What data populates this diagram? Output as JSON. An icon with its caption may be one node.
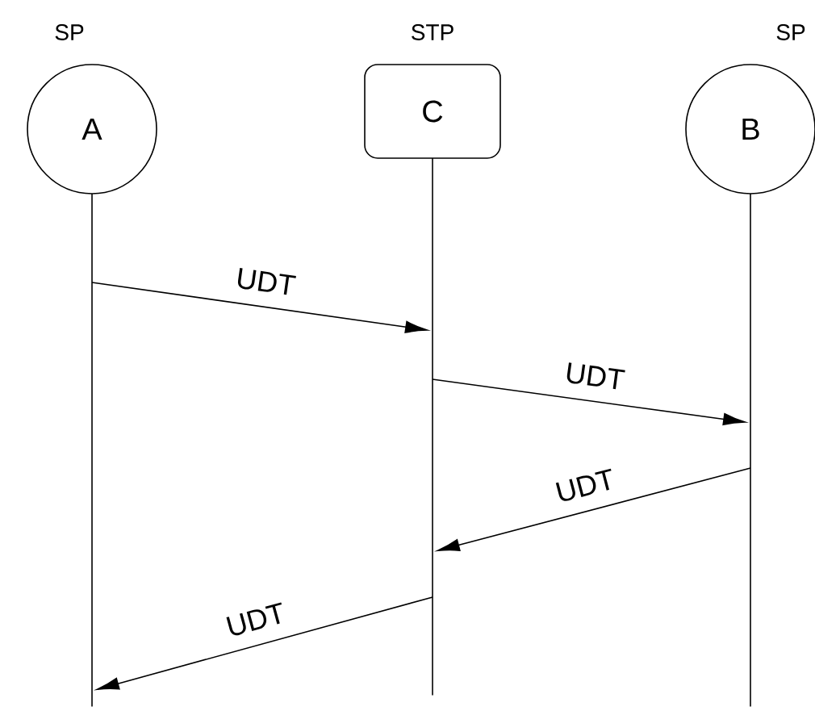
{
  "diagram": {
    "nodes": [
      {
        "text": [
          "A"
        ],
        "beside": [
          "SP"
        ]
      },
      {
        "text": [
          "C"
        ],
        "beside": [
          "STP"
        ]
      },
      {
        "text": [
          "B"
        ],
        "beside": [
          "SP"
        ]
      },
      {
        "text": [],
        "shape": "lifeline"
      },
      {
        "text": [],
        "shape": "lifeline"
      },
      {
        "text": [],
        "shape": "lifeline"
      }
    ],
    "edges": [
      {
        "from": 3,
        "to": 4,
        "arrow": "to",
        "label": "UDT"
      },
      {
        "from": 4,
        "to": 5,
        "arrow": "to",
        "label": "UDT"
      },
      {
        "from": 5,
        "to": 4,
        "arrow": "to",
        "label": "UDT"
      },
      {
        "from": 4,
        "to": 3,
        "arrow": "to",
        "label": "UDT"
      }
    ]
  }
}
